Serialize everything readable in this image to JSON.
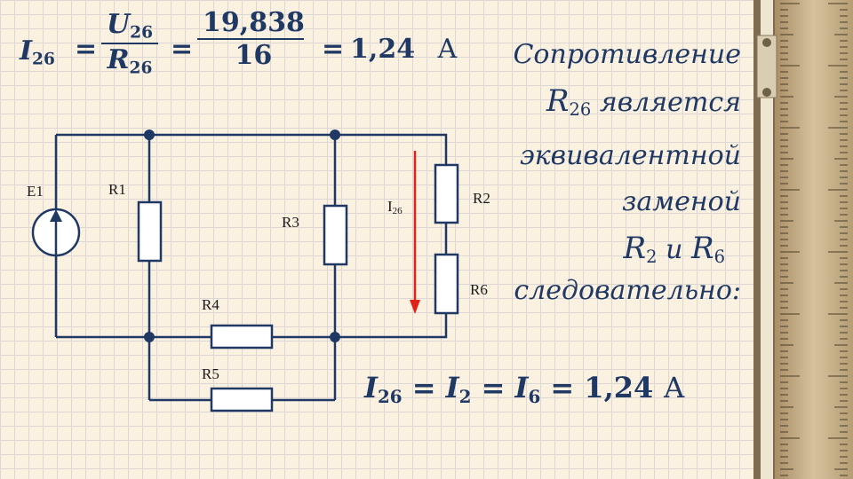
{
  "formula_top": {
    "lhs": "I",
    "lhs_sub": "26",
    "eq1": "=",
    "num1": "U",
    "num1_sub": "26",
    "den1": "R",
    "den1_sub": "26",
    "eq2": "=",
    "num2": "19,838",
    "den2": "16",
    "eq3": "=",
    "result": "1,24",
    "unit": "А"
  },
  "explanation": {
    "line1": "Сопротивление",
    "line2_var": "R",
    "line2_sub": "26",
    "line2_text": "является",
    "line3": "эквивалентной",
    "line4": "заменой",
    "line5_a": "R",
    "line5_a_sub": "2",
    "line5_mid": "и",
    "line5_b": "R",
    "line5_b_sub": "6",
    "line6": "следовательно:"
  },
  "formula_bottom": {
    "v1": "I",
    "v1_sub": "26",
    "eq1": "=",
    "v2": "I",
    "v2_sub": "2",
    "eq2": "=",
    "v3": "I",
    "v3_sub": "6",
    "eq3": "=",
    "result": "1,24",
    "unit": "А"
  },
  "circuit": {
    "labels": {
      "e1": "E1",
      "r1": "R1",
      "r2": "R2",
      "r3": "R3",
      "r4": "R4",
      "r5": "R5",
      "r6": "R6",
      "i26": "I",
      "i26_sub": "26"
    },
    "wire_color": "#1f3864",
    "arrow_color": "#e0221b"
  }
}
